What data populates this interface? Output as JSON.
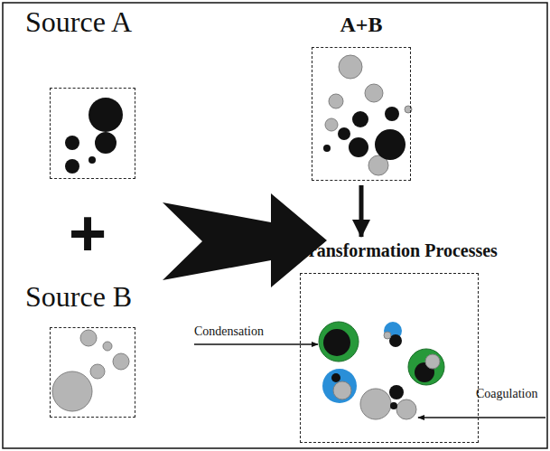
{
  "diagram": {
    "nodes": [
      {
        "text": [
          "Source A"
        ]
      },
      {
        "text": [
          "A+B"
        ]
      },
      {
        "text": [
          "Source B"
        ]
      },
      {
        "text": [
          "Transformation Processes"
        ]
      }
    ],
    "edges": [
      {
        "from": 1,
        "to": 3,
        "arrow": "to"
      }
    ],
    "labels": [
      "+",
      "Condensation",
      "Coagulation"
    ]
  }
}
